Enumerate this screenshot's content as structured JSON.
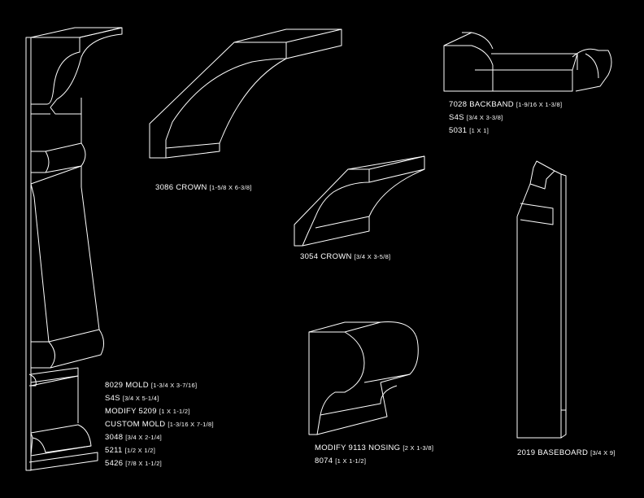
{
  "labels": {
    "crown_3086": {
      "name": "3086 CROWN",
      "size": "[1-5/8 X 6-3/8]"
    },
    "crown_3054": {
      "name": "3054 CROWN",
      "size": "[3/4 X 3-5/8]"
    },
    "backband": [
      {
        "name": "7028 BACKBAND",
        "size": "[1-9/16 X 1-3/8]"
      },
      {
        "name": "S4S",
        "size": "[3/4 X 3-3/8]"
      },
      {
        "name": "5031",
        "size": "[1 X 1]"
      }
    ],
    "assembly": [
      {
        "name": "8029 MOLD",
        "size": "[1-3/4 X 3-7/16]"
      },
      {
        "name": "S4S",
        "size": "[3/4 X 5-1/4]"
      },
      {
        "name": "MODIFY 5209",
        "size": "[1 X 1-1/2]"
      },
      {
        "name": "CUSTOM MOLD",
        "size": "[1-3/16 X 7-1/8]"
      },
      {
        "name": "3048",
        "size": "[3/4 X 2-1/4]"
      },
      {
        "name": "5211",
        "size": "[1/2 X 1/2]"
      },
      {
        "name": "5426",
        "size": "[7/8 X 1-1/2]"
      }
    ],
    "nosing": [
      {
        "name": "MODIFY 9113 NOSING",
        "size": "[2 X 1-3/8]"
      },
      {
        "name": "8074",
        "size": "[1 X 1-1/2]"
      }
    ],
    "baseboard": {
      "name": "2019 BASEBOARD",
      "size": "[3/4 X 9]"
    }
  }
}
